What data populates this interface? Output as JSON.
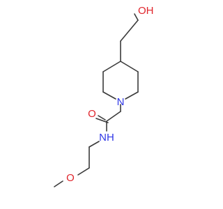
{
  "molecule": {
    "atoms": [
      {
        "id": "oh",
        "label": "OH",
        "color": "#e0242b"
      },
      {
        "id": "n_ring",
        "label": "N",
        "color": "#2f37e6"
      },
      {
        "id": "o_carbonyl",
        "label": "O",
        "color": "#e0242b"
      },
      {
        "id": "nh",
        "label": "NH",
        "color": "#2f37e6"
      },
      {
        "id": "o_ether",
        "label": "O",
        "color": "#e0242b"
      }
    ],
    "bond_color": "#3a3a3a",
    "background": "#ffffff"
  }
}
